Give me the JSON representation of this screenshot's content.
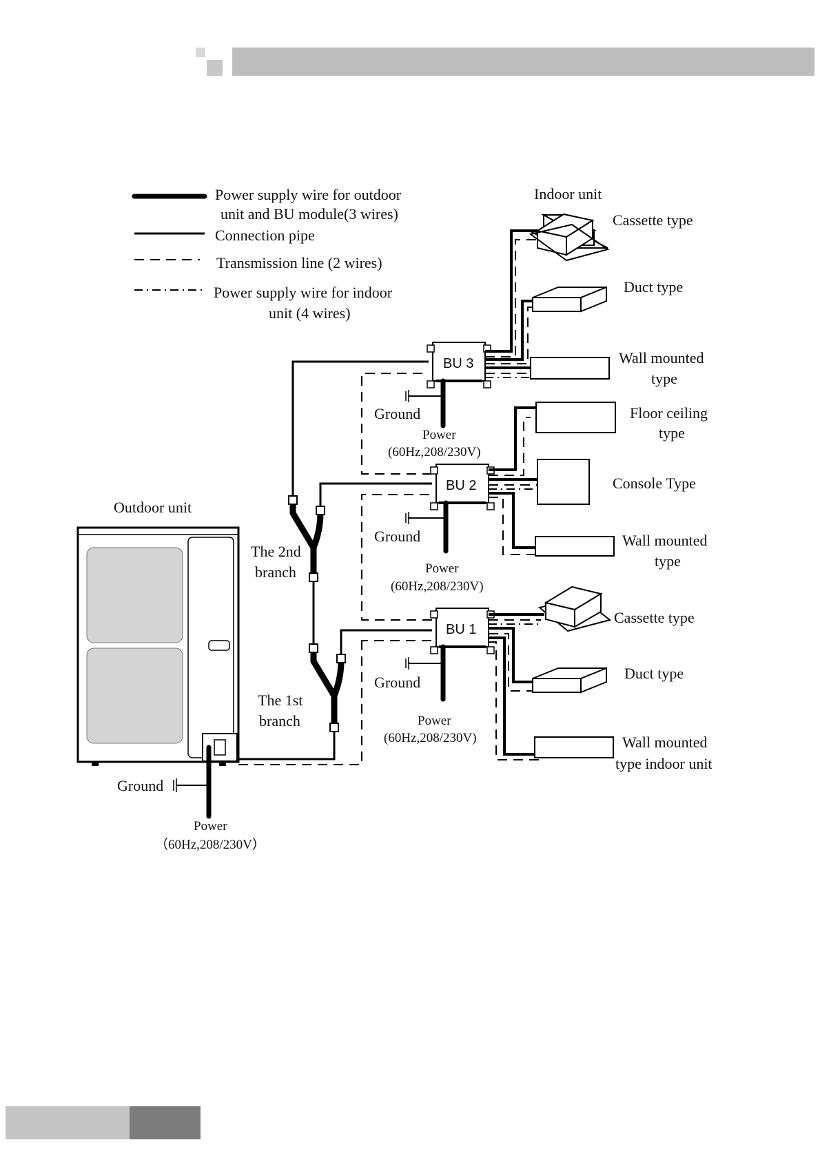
{
  "legend": {
    "power_outdoor_1": "Power supply wire for outdoor",
    "power_outdoor_2": "unit and BU module(3 wires)",
    "pipe": "Connection pipe",
    "transmission": "Transmission line (2 wires)",
    "power_indoor_1": "Power supply wire for indoor",
    "power_indoor_2": "unit (4 wires)"
  },
  "indoor_unit_title": "Indoor unit",
  "outdoor_unit_title": "Outdoor  unit",
  "bu": {
    "bu1": "BU 1",
    "bu2": "BU 2",
    "bu3": "BU 3"
  },
  "ground": "Ground",
  "power_label": "Power",
  "power_spec_bu": "(60Hz,208/230V)",
  "power_spec_outdoor": "（60Hz,208/230V）",
  "branches": {
    "second_1": "The 2nd",
    "second_2": "branch",
    "first_1": "The 1st",
    "first_2": "branch"
  },
  "indoor": {
    "cassette_top": "Cassette type",
    "duct_top": "Duct type",
    "wall_top_1": "Wall mounted",
    "wall_top_2": "type",
    "floor_1": "Floor ceiling",
    "floor_2": "type",
    "console": "Console Type",
    "wall_mid_1": "Wall mounted",
    "wall_mid_2": "type",
    "cassette_bottom": "Cassette type",
    "duct_bottom": "Duct type",
    "wall_bottom_1": "Wall mounted",
    "wall_bottom_2": "type indoor unit"
  },
  "colors": {
    "header_bar": "#bdbdbd",
    "footer_light": "#c4c4c4",
    "footer_dark": "#7c7c7c",
    "outdoor_panel": "#d4d4d4"
  }
}
